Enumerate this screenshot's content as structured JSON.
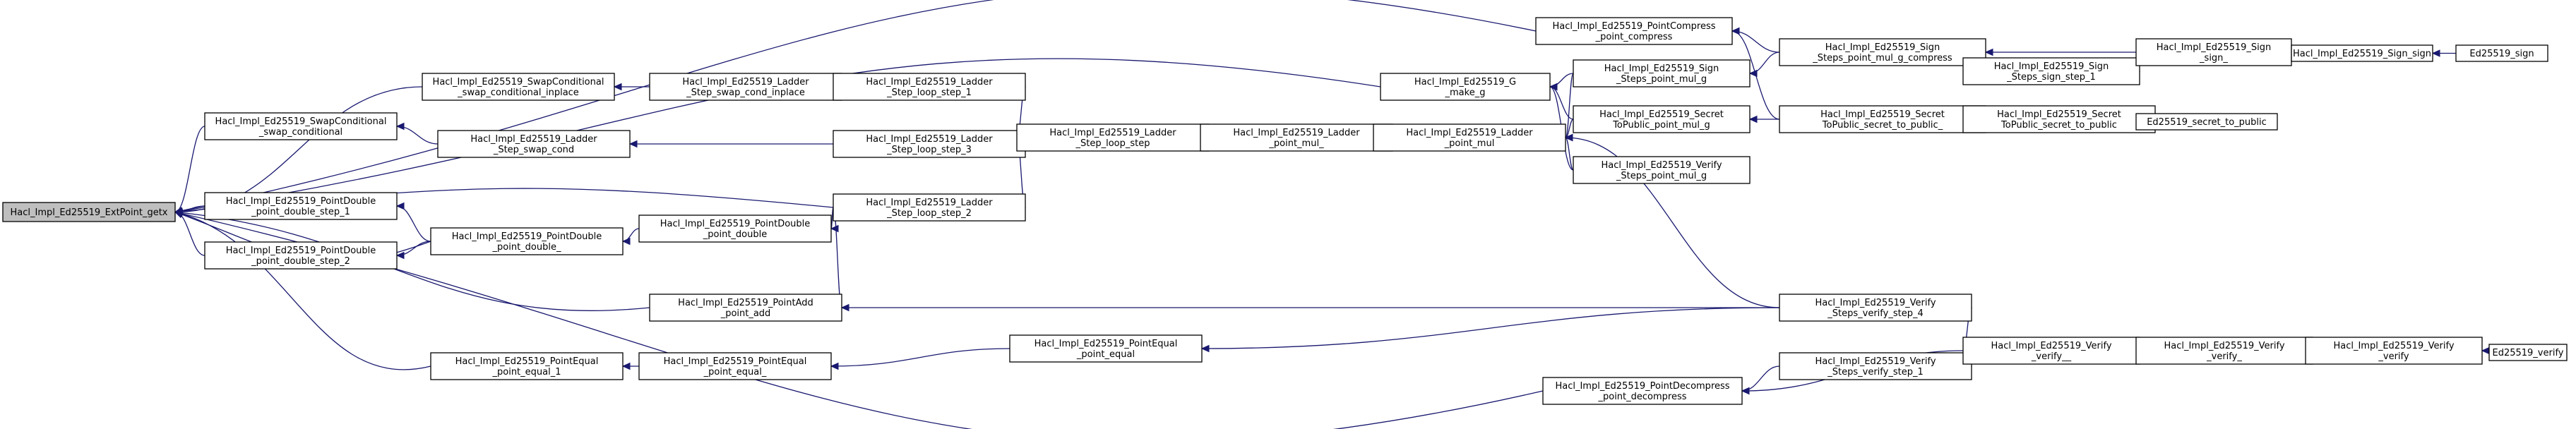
{
  "graph": {
    "nodes": {
      "ed25519_sign": [
        "Ed25519_sign"
      ],
      "sign_sign": [
        "Hacl_Impl_Ed25519_Sign_sign"
      ],
      "sign_sign_": [
        "Hacl_Impl_Ed25519_Sign",
        "_sign_"
      ],
      "sign_steps_sign_step_1": [
        "Hacl_Impl_Ed25519_Sign",
        "_Steps_sign_step_1"
      ],
      "sign_steps_point_mul_g_compress": [
        "Hacl_Impl_Ed25519_Sign",
        "_Steps_point_mul_g_compress"
      ],
      "point_compress": [
        "Hacl_Impl_Ed25519_PointCompress",
        "_point_compress"
      ],
      "sign_steps_point_mul_g": [
        "Hacl_Impl_Ed25519_Sign",
        "_Steps_point_mul_g"
      ],
      "secret_to_public_ed": [
        "Ed25519_secret_to_public"
      ],
      "secret_to_public": [
        "Hacl_Impl_Ed25519_Secret",
        "ToPublic_secret_to_public"
      ],
      "secret_to_public_": [
        "Hacl_Impl_Ed25519_Secret",
        "ToPublic_secret_to_public_"
      ],
      "secret_point_mul_g": [
        "Hacl_Impl_Ed25519_Secret",
        "ToPublic_point_mul_g"
      ],
      "verify_steps_point_mul_g": [
        "Hacl_Impl_Ed25519_Verify",
        "_Steps_point_mul_g"
      ],
      "make_g": [
        "Hacl_Impl_Ed25519_G",
        "_make_g"
      ],
      "ladder_point_mul": [
        "Hacl_Impl_Ed25519_Ladder",
        "_point_mul"
      ],
      "ladder_point_mul_": [
        "Hacl_Impl_Ed25519_Ladder",
        "_point_mul_"
      ],
      "ladder_loop_step": [
        "Hacl_Impl_Ed25519_Ladder",
        "_Step_loop_step"
      ],
      "ladder_loop_step_1": [
        "Hacl_Impl_Ed25519_Ladder",
        "_Step_loop_step_1"
      ],
      "ladder_loop_step_3": [
        "Hacl_Impl_Ed25519_Ladder",
        "_Step_loop_step_3"
      ],
      "ladder_loop_step_2": [
        "Hacl_Impl_Ed25519_Ladder",
        "_Step_loop_step_2"
      ],
      "ladder_swap_cond_inplace": [
        "Hacl_Impl_Ed25519_Ladder",
        "_Step_swap_cond_inplace"
      ],
      "ladder_swap_cond": [
        "Hacl_Impl_Ed25519_Ladder",
        "_Step_swap_cond"
      ],
      "swap_cond_inplace": [
        "Hacl_Impl_Ed25519_SwapConditional",
        "_swap_conditional_inplace"
      ],
      "swap_cond": [
        "Hacl_Impl_Ed25519_SwapConditional",
        "_swap_conditional"
      ],
      "point_double_step_1": [
        "Hacl_Impl_Ed25519_PointDouble",
        "_point_double_step_1"
      ],
      "point_double_step_2": [
        "Hacl_Impl_Ed25519_PointDouble",
        "_point_double_step_2"
      ],
      "point_double_": [
        "Hacl_Impl_Ed25519_PointDouble",
        "_point_double_"
      ],
      "point_double": [
        "Hacl_Impl_Ed25519_PointDouble",
        "_point_double"
      ],
      "point_add": [
        "Hacl_Impl_Ed25519_PointAdd",
        "_point_add"
      ],
      "verify_step_4": [
        "Hacl_Impl_Ed25519_Verify",
        "_Steps_verify_step_4"
      ],
      "verify_": [
        "Hacl_Impl_Ed25519_Verify",
        "_verify_"
      ],
      "verify__": [
        "Hacl_Impl_Ed25519_Verify",
        "_verify__"
      ],
      "verify": [
        "Hacl_Impl_Ed25519_Verify",
        "_verify"
      ],
      "ed25519_verify": [
        "Ed25519_verify"
      ],
      "verify_step_1": [
        "Hacl_Impl_Ed25519_Verify",
        "_Steps_verify_step_1"
      ],
      "point_decompress": [
        "Hacl_Impl_Ed25519_PointDecompress",
        "_point_decompress"
      ],
      "point_equal_1": [
        "Hacl_Impl_Ed25519_PointEqual",
        "_point_equal_1"
      ],
      "point_equal_": [
        "Hacl_Impl_Ed25519_PointEqual",
        "_point_equal_"
      ],
      "point_equal": [
        "Hacl_Impl_Ed25519_PointEqual",
        "_point_equal"
      ],
      "getx": [
        "Hacl_Impl_Ed25519_ExtPoint_getx"
      ]
    }
  }
}
